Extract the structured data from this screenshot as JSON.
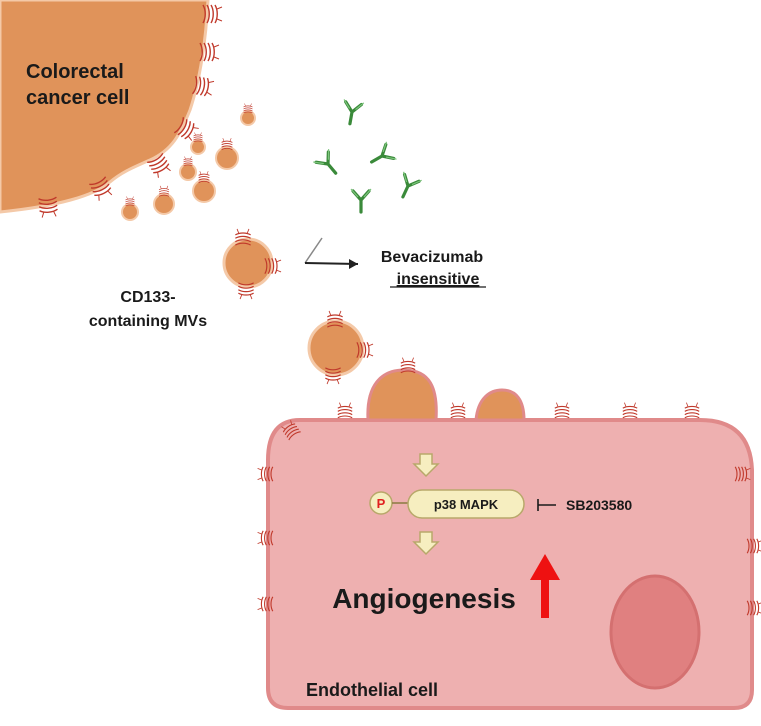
{
  "labels": {
    "colorectal_line1": "Colorectal",
    "colorectal_line2": "cancer cell",
    "cd133_line1": "CD133-",
    "cd133_line2": "containing MVs",
    "bevacizumab": "Bevacizumab",
    "insensitive": "insensitive",
    "p_badge": "P",
    "p38": "p38 MAPK",
    "inhibitor": "SB203580",
    "angiogenesis": "Angiogenesis",
    "endothelial": "Endothelial cell"
  },
  "colors": {
    "cancer_cell_fill": "#e0935a",
    "cancer_cell_stroke": "#f4c9a8",
    "receptor": "#c0392b",
    "antibody_green": "#3a8a3a",
    "endothelial_fill": "#eeb0b0",
    "endothelial_stroke": "#e08a8a",
    "nucleus_fill": "#e08080",
    "pathway_box": "#f6eec0",
    "pathway_stroke": "#b8a86a",
    "phospho_red": "#e02020",
    "up_arrow": "#ee1111"
  }
}
